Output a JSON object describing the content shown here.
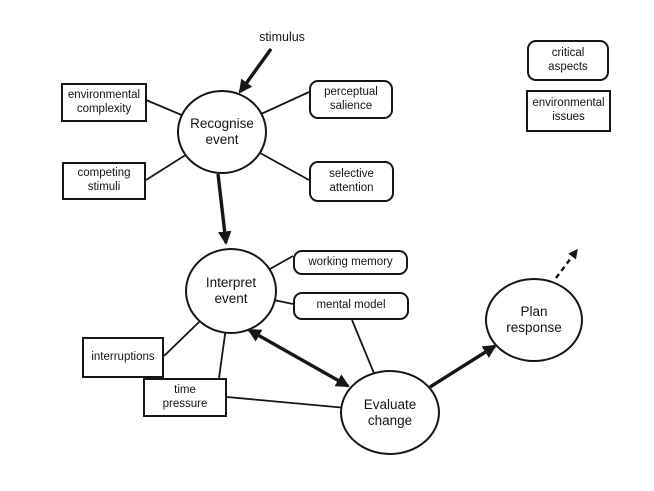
{
  "diagram": {
    "stimulus_label": "stimulus",
    "nodes": {
      "recognise_event": "Recognise\nevent",
      "interpret_event": "Interpret\nevent",
      "evaluate_change": "Evaluate\nchange",
      "plan_response": "Plan\nresponse"
    },
    "critical_aspects": {
      "perceptual_salience": "perceptual\nsalience",
      "selective_attention": "selective\nattention",
      "working_memory": "working memory",
      "mental_model": "mental model"
    },
    "environmental_issues": {
      "environmental_complexity": "environmental\ncomplexity",
      "competing_stimuli": "competing\nstimuli",
      "interruptions": "interruptions",
      "time_pressure": "time\npressure"
    },
    "legend": {
      "critical_aspects": "critical\naspects",
      "environmental_issues": "environmental\nissues"
    },
    "colors": {
      "ink": "#161616",
      "background": "#ffffff"
    }
  }
}
